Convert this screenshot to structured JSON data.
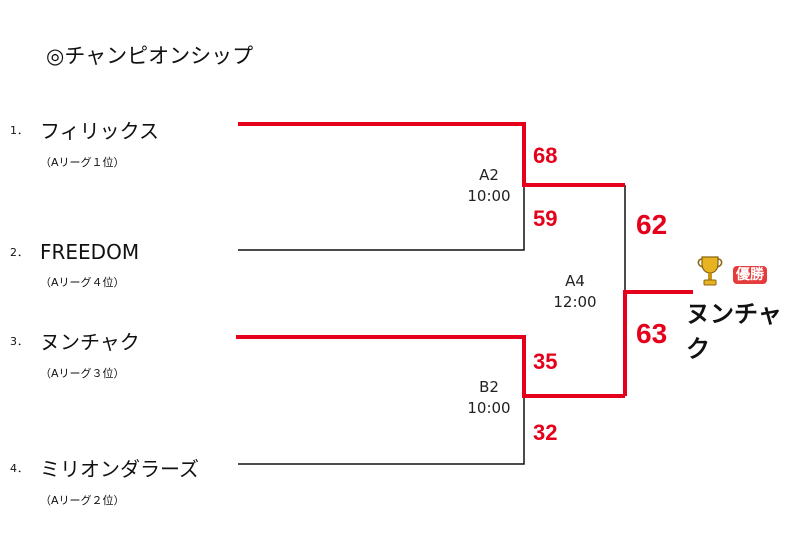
{
  "title": "◎チャンピオンシップ",
  "teams": [
    {
      "seed": "1．",
      "name": "フィリックス",
      "sub": "（Aリーグ１位）"
    },
    {
      "seed": "2．",
      "name": "FREEDOM",
      "sub": "（Aリーグ４位）"
    },
    {
      "seed": "3．",
      "name": "ヌンチャク",
      "sub": "（Aリーグ３位）"
    },
    {
      "seed": "4．",
      "name": "ミリオンダラーズ",
      "sub": "（Aリーグ２位）"
    }
  ],
  "matches": [
    {
      "id": "A2",
      "time": "10:00",
      "score_top": "68",
      "score_bottom": "59"
    },
    {
      "id": "B2",
      "time": "10:00",
      "score_top": "35",
      "score_bottom": "32"
    },
    {
      "id": "A4",
      "time": "12:00",
      "score_top": "62",
      "score_bottom": "63"
    }
  ],
  "champion": {
    "badge": "優勝",
    "name": "ヌンチャク",
    "icon": "trophy-icon"
  },
  "colors": {
    "winner_line": "#e5001b",
    "loser_line": "#111111",
    "score": "#e5001b"
  }
}
